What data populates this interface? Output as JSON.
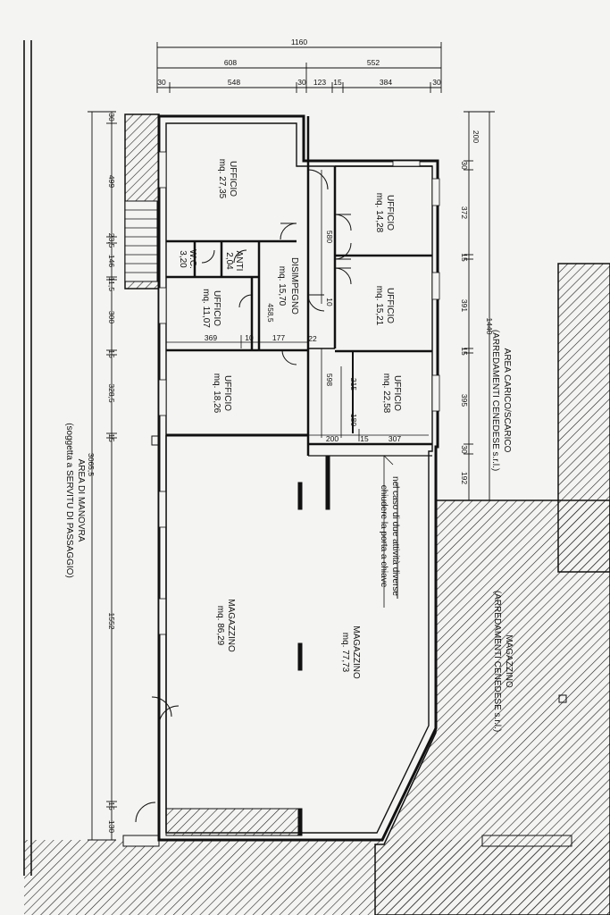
{
  "colors": {
    "ink": "#111111",
    "paper": "#f4f4f2",
    "hatch": "#222222"
  },
  "dimensions_top": {
    "total": "1160",
    "left": "608",
    "right": "552",
    "seg_30a": "30",
    "seg_548": "548",
    "seg_30b": "30",
    "seg_123": "123",
    "seg_15": "15",
    "seg_384": "384",
    "seg_30c": "30"
  },
  "dimensions_left": {
    "total": "3065,5",
    "d30": "30",
    "d499": "499",
    "d23_5": "23,5",
    "d146": "146",
    "d11_5": "11,5",
    "d300": "300",
    "d15a": "15",
    "d328_5": "328,5",
    "d15b": "15",
    "d1552": "1552",
    "d15c": "15",
    "d130": "130"
  },
  "dimensions_right": {
    "total": "1440",
    "d200": "200",
    "d30a": "30",
    "d372": "372",
    "d15a": "15",
    "d391": "391",
    "d15b": "15",
    "d395": "395",
    "d30b": "30",
    "d192": "192"
  },
  "dimensions_inner": {
    "d580": "580",
    "d598": "598",
    "d10a": "10",
    "d22": "22",
    "d458_5": "458,5",
    "d369": "369",
    "d10b": "10",
    "d177": "177",
    "d215": "215",
    "d180": "180",
    "d200": "200",
    "d15": "15",
    "d307": "307"
  },
  "rooms": {
    "ufficio_1": {
      "name": "UFFICIO",
      "area": "mq. 27,35"
    },
    "ufficio_2": {
      "name": "UFFICIO",
      "area": "mq. 14,28"
    },
    "ufficio_3": {
      "name": "UFFICIO",
      "area": "mq. 15,21"
    },
    "ufficio_4": {
      "name": "UFFICIO",
      "area": "mq. 22,58"
    },
    "ufficio_5": {
      "name": "UFFICIO",
      "area": "mq. 11,07"
    },
    "ufficio_6": {
      "name": "UFFICIO",
      "area": "mq. 18,26"
    },
    "wc": {
      "name": "W.C.",
      "area": "3,20"
    },
    "anti": {
      "name": "ANTI",
      "area": "2,04"
    },
    "disimpegno": {
      "name": "DISIMPEGNO",
      "area": "mq. 15,70"
    },
    "magazzino_1": {
      "name": "MAGAZZINO",
      "area": "mq. 86,29"
    },
    "magazzino_2": {
      "name": "MAGAZZINO",
      "area": "mq. 77,73"
    }
  },
  "areas": {
    "manovra_line1": "AREA DI MANOVRA",
    "manovra_line2": "(soggetta a SERVITU DI PASSAGGIO)",
    "carico_line1": "AREA CARICO/SCARICO",
    "carico_line2": "(ARREDAMENTI CENEDESE s.r.l.)",
    "magazzino_cenedese_line1": "MAGAZZINO",
    "magazzino_cenedese_line2": "(ARREDAMENTI CENEDESE s.r.l.)"
  },
  "note": {
    "line1": "nel caso di due attività diverse",
    "line2": "chiudere la porta a chiave"
  }
}
